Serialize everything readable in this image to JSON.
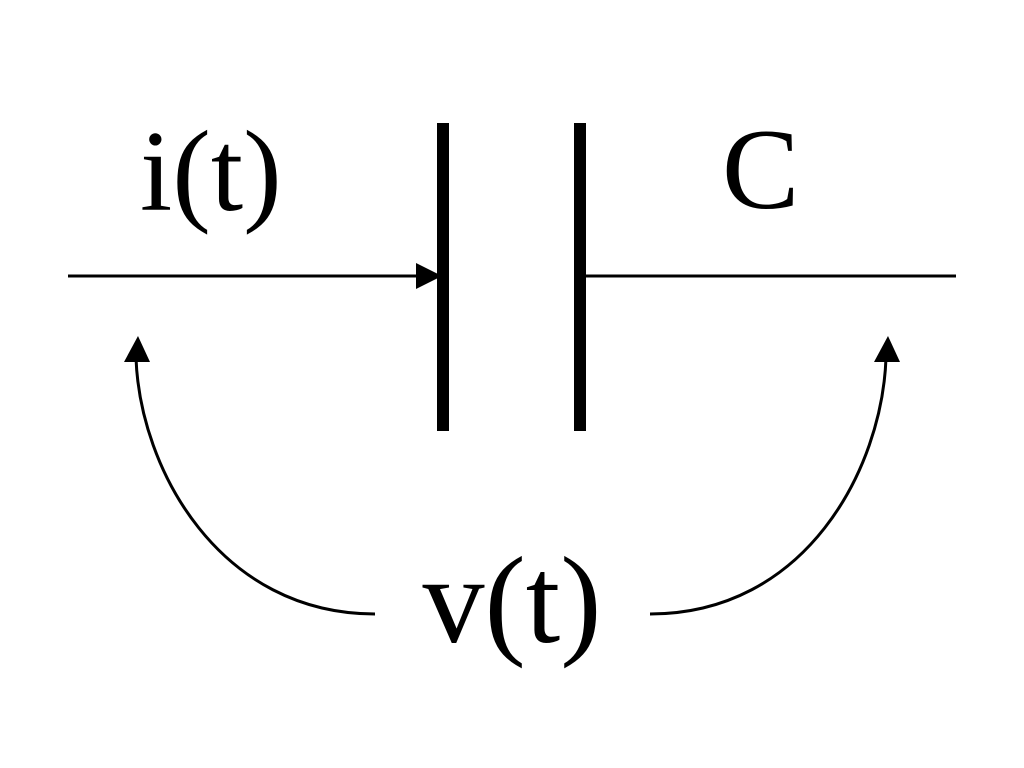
{
  "labels": {
    "current": "i(t)",
    "capacitance": "C",
    "voltage": "v(t)"
  },
  "colors": {
    "stroke": "#000000",
    "background": "#ffffff"
  }
}
